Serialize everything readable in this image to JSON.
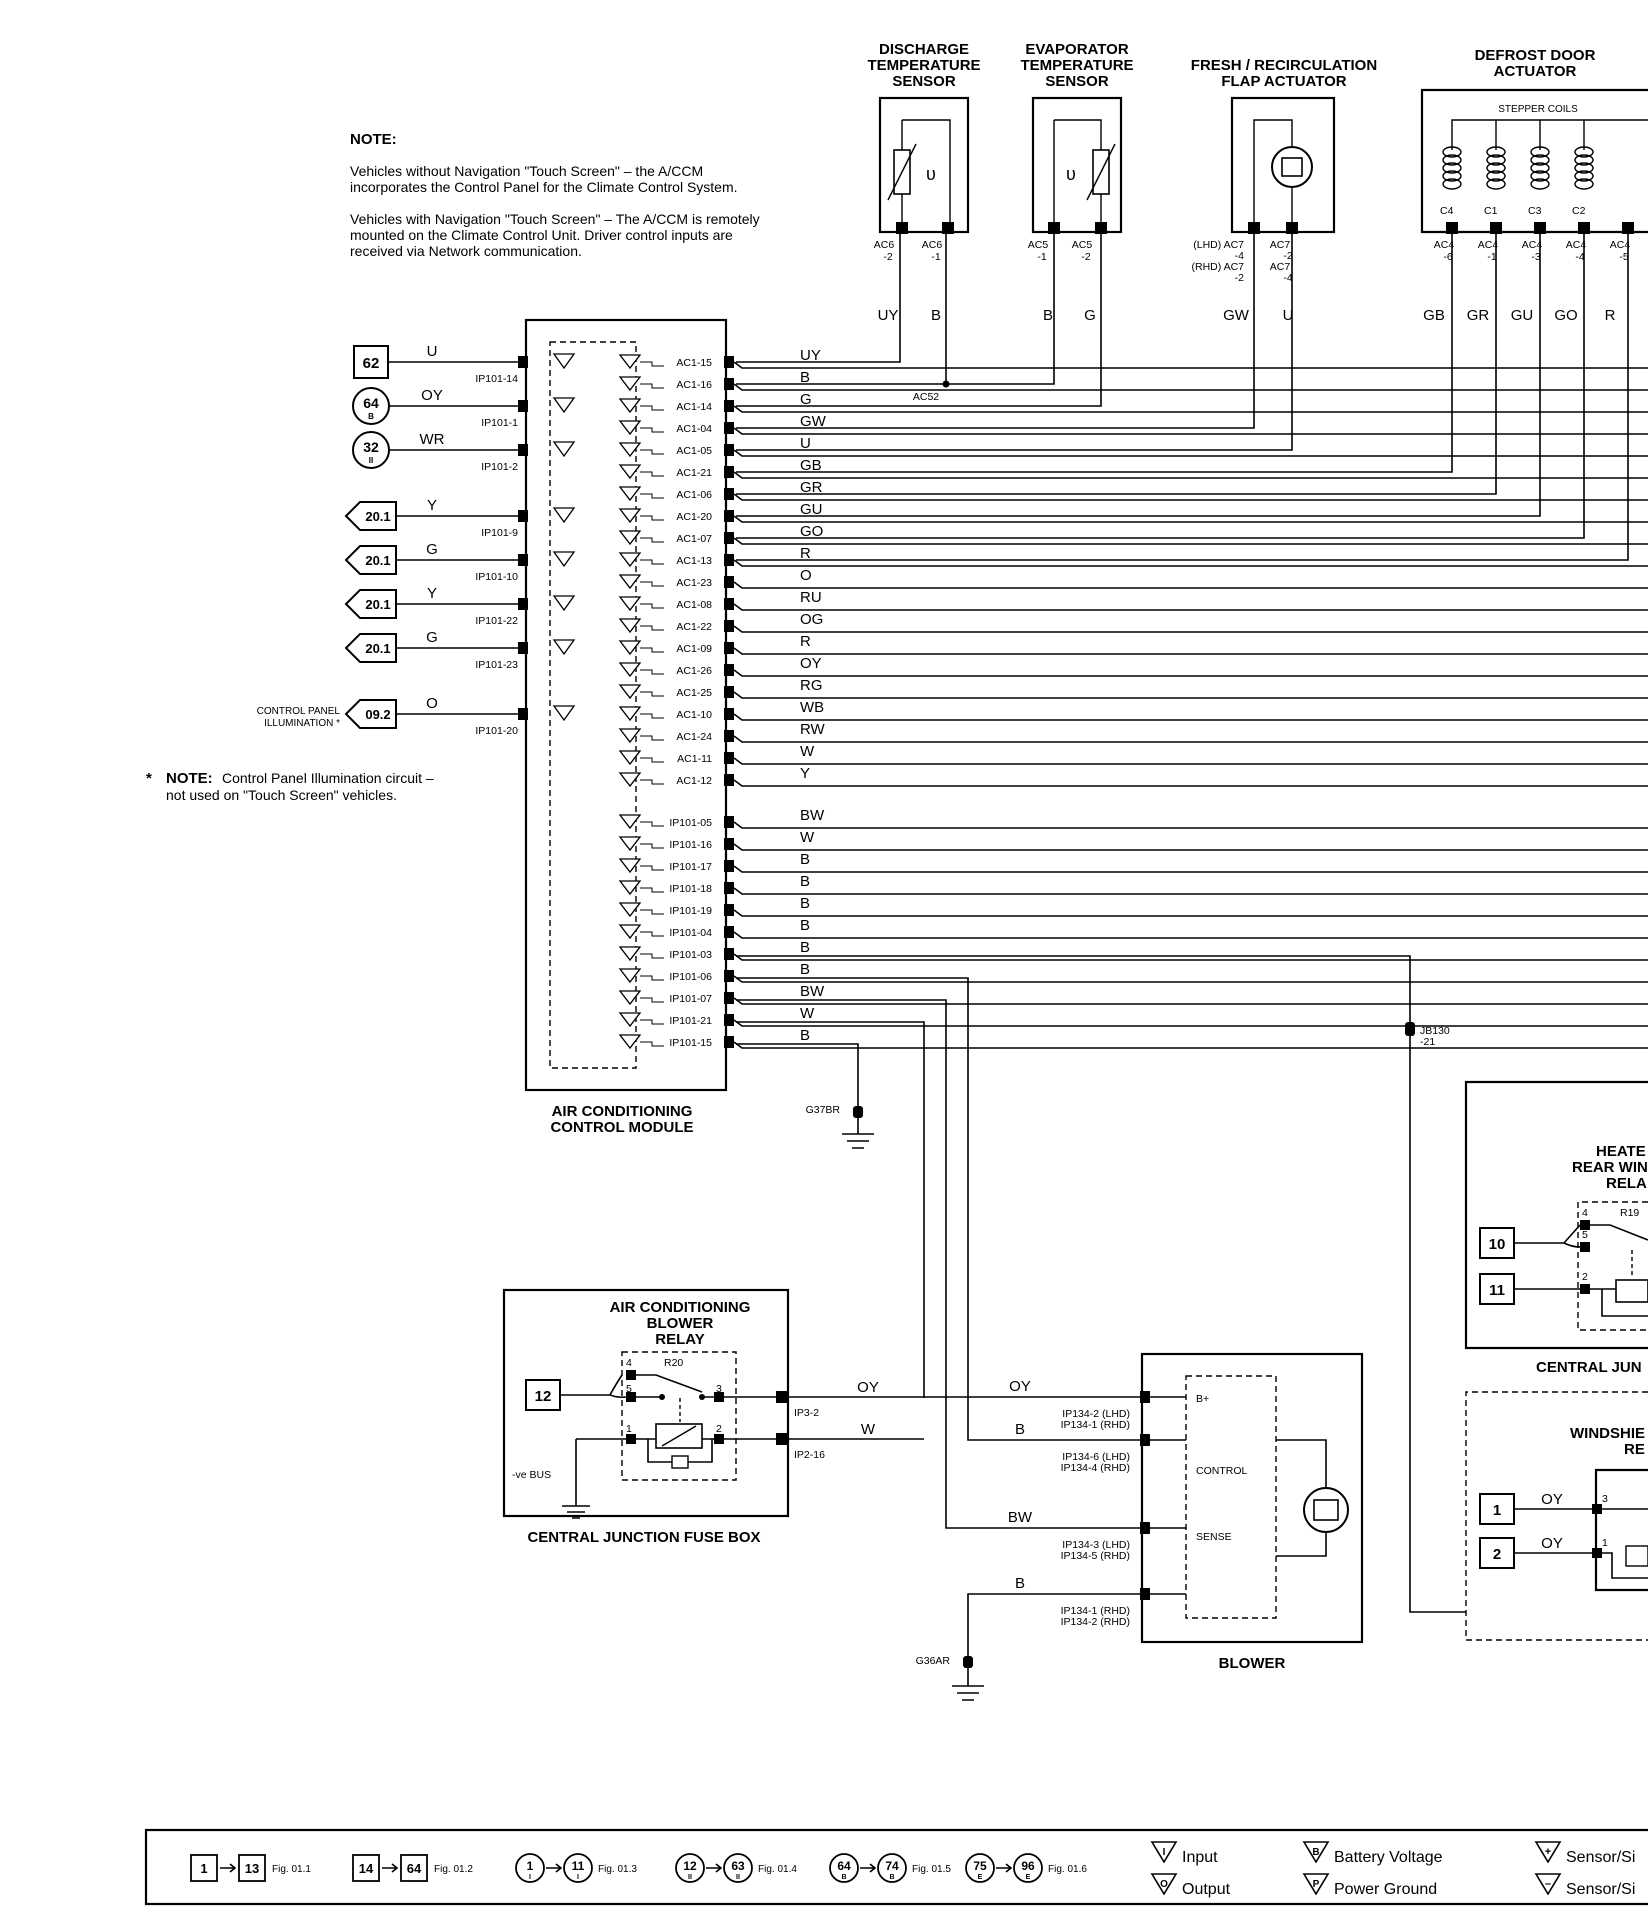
{
  "note": {
    "heading": "NOTE:",
    "line1": "Vehicles without Navigation \"Touch Screen\" – the A/CCM",
    "line2": "incorporates the Control Panel for the Climate Control System.",
    "line3": "Vehicles with Navigation \"Touch Screen\" – The A/CCM is remotely",
    "line4": "mounted on the Climate Control Unit.  Driver control inputs are",
    "line5": "received via Network communication."
  },
  "footnote": {
    "star": "*",
    "label": "NOTE:",
    "line1": "Control Panel Illumination circuit –",
    "line2": "not used on \"Touch Screen\" vehicles."
  },
  "components": {
    "discharge": {
      "l1": "DISCHARGE",
      "l2": "TEMPERATURE",
      "l3": "SENSOR",
      "pin_a": "AC6",
      "pin_a2": "-2",
      "pin_b": "AC6",
      "pin_b2": "-1",
      "wire_a": "UY",
      "wire_b": "B"
    },
    "evaporator": {
      "l1": "EVAPORATOR",
      "l2": "TEMPERATURE",
      "l3": "SENSOR",
      "pin_a": "AC5",
      "pin_a2": "-1",
      "pin_b": "AC5",
      "pin_b2": "-2",
      "wire_a": "B",
      "wire_b": "G"
    },
    "fresh": {
      "l1": "FRESH / RECIRCULATION",
      "l2": "FLAP ACTUATOR",
      "pin_a1": "(LHD) AC7",
      "pin_a2": "-4",
      "pin_a3": "(RHD) AC7",
      "pin_a4": "-2",
      "pin_b1": "AC7",
      "pin_b2": "-2",
      "pin_b3": "AC7",
      "pin_b4": "-4",
      "wire_a": "GW",
      "wire_b": "U"
    },
    "defrost": {
      "l1": "DEFROST DOOR",
      "l2": "ACTUATOR",
      "coils": "STEPPER COILS",
      "coil_labels": [
        "C4",
        "C1",
        "C3",
        "C2"
      ],
      "pins": [
        "AC4",
        "AC4",
        "AC4",
        "AC4",
        "AC4"
      ],
      "pins2": [
        "-6",
        "-1",
        "-3",
        "-4",
        "-5"
      ],
      "wires": [
        "GB",
        "GR",
        "GU",
        "GO",
        "R"
      ]
    },
    "splice": "AC52",
    "accm": {
      "l1": "AIR CONDITIONING",
      "l2": "CONTROL MODULE"
    },
    "ground1": "G37BR",
    "ground2": "G36AR",
    "blower_relay": {
      "l1": "AIR CONDITIONING",
      "l2": "BLOWER",
      "l3": "RELAY",
      "ref": "R20",
      "p4": "4",
      "p5": "5",
      "p3": "3",
      "p1": "1",
      "p2": "2",
      "feed": "12",
      "bus": "-ve BUS",
      "pin_out1": "IP3-2",
      "pin_out2": "IP2-16",
      "wire1": "OY",
      "wire2": "W",
      "box_label": "CENTRAL JUNCTION FUSE BOX"
    },
    "blower": {
      "label": "BLOWER",
      "wires": [
        "OY",
        "B",
        "BW",
        "B"
      ],
      "pins_lhd": [
        "IP134-2 (LHD)",
        "IP134-6 (LHD)",
        "IP134-3 (LHD)",
        "IP134-1 (RHD)"
      ],
      "pins_rhd": [
        "IP134-1 (RHD)",
        "IP134-4 (RHD)",
        "IP134-5 (RHD)",
        "IP134-2 (RHD)"
      ],
      "terms": [
        "B+",
        "CONTROL",
        "SENSE"
      ]
    },
    "jb": {
      "l1": "JB130",
      "l2": "-21"
    },
    "heated_rear": {
      "l1": "HEATE",
      "l2": "REAR WIN",
      "l3": "RELA",
      "ref": "R19",
      "p4": "4",
      "p5": "5",
      "p2": "2",
      "f1": "10",
      "f2": "11",
      "box_label": "CENTRAL JUN"
    },
    "windshield": {
      "l1": "WINDSHIE",
      "l2": "RE",
      "f1": "1",
      "f2": "2",
      "w1": "OY",
      "w2": "OY",
      "p3": "3",
      "p1": "1"
    }
  },
  "left_inputs": [
    {
      "ref": "62",
      "shape": "square",
      "wire": "U",
      "pin": "IP101-14"
    },
    {
      "ref": "64",
      "sub": "B",
      "shape": "circle",
      "wire": "OY",
      "pin": "IP101-1"
    },
    {
      "ref": "32",
      "sub": "II",
      "shape": "circle",
      "wire": "WR",
      "pin": "IP101-2"
    },
    {
      "ref": "20.1",
      "shape": "arrow",
      "wire": "Y",
      "pin": "IP101-9"
    },
    {
      "ref": "20.1",
      "shape": "arrow",
      "wire": "G",
      "pin": "IP101-10"
    },
    {
      "ref": "20.1",
      "shape": "arrow",
      "wire": "Y",
      "pin": "IP101-22"
    },
    {
      "ref": "20.1",
      "shape": "arrow",
      "wire": "G",
      "pin": "IP101-23"
    },
    {
      "ref": "09.2",
      "shape": "arrow",
      "wire": "O",
      "pin": "IP101-20"
    }
  ],
  "cp_illum": {
    "l1": "CONTROL PANEL",
    "l2": "ILLUMINATION *"
  },
  "module_pins": [
    {
      "pin": "AC1-15",
      "wire": "UY"
    },
    {
      "pin": "AC1-16",
      "wire": "B"
    },
    {
      "pin": "AC1-14",
      "wire": "G"
    },
    {
      "pin": "AC1-04",
      "wire": "GW"
    },
    {
      "pin": "AC1-05",
      "wire": "U"
    },
    {
      "pin": "AC1-21",
      "wire": "GB"
    },
    {
      "pin": "AC1-06",
      "wire": "GR"
    },
    {
      "pin": "AC1-20",
      "wire": "GU"
    },
    {
      "pin": "AC1-07",
      "wire": "GO"
    },
    {
      "pin": "AC1-13",
      "wire": "R"
    },
    {
      "pin": "AC1-23",
      "wire": "O"
    },
    {
      "pin": "AC1-08",
      "wire": "RU"
    },
    {
      "pin": "AC1-22",
      "wire": "OG"
    },
    {
      "pin": "AC1-09",
      "wire": "R"
    },
    {
      "pin": "AC1-26",
      "wire": "OY"
    },
    {
      "pin": "AC1-25",
      "wire": "RG"
    },
    {
      "pin": "AC1-10",
      "wire": "WB"
    },
    {
      "pin": "AC1-24",
      "wire": "RW"
    },
    {
      "pin": "AC1-11",
      "wire": "W"
    },
    {
      "pin": "AC1-12",
      "wire": "Y"
    },
    {
      "pin": "IP101-05",
      "wire": "BW"
    },
    {
      "pin": "IP101-16",
      "wire": "W"
    },
    {
      "pin": "IP101-17",
      "wire": "B"
    },
    {
      "pin": "IP101-18",
      "wire": "B"
    },
    {
      "pin": "IP101-19",
      "wire": "B"
    },
    {
      "pin": "IP101-04",
      "wire": "B"
    },
    {
      "pin": "IP101-03",
      "wire": "B"
    },
    {
      "pin": "IP101-06",
      "wire": "B"
    },
    {
      "pin": "IP101-07",
      "wire": "BW"
    },
    {
      "pin": "IP101-21",
      "wire": "W"
    },
    {
      "pin": "IP101-15",
      "wire": "B"
    }
  ],
  "legend": {
    "ranges": [
      {
        "from": "1",
        "to": "13",
        "fig": "Fig. 01.1",
        "shape": "square"
      },
      {
        "from": "14",
        "to": "64",
        "fig": "Fig. 01.2",
        "shape": "square"
      },
      {
        "from": "1",
        "fs": "I",
        "to": "11",
        "ts": "I",
        "fig": "Fig. 01.3",
        "shape": "circle"
      },
      {
        "from": "12",
        "fs": "II",
        "to": "63",
        "ts": "II",
        "fig": "Fig. 01.4",
        "shape": "circle"
      },
      {
        "from": "64",
        "fs": "B",
        "to": "74",
        "ts": "B",
        "fig": "Fig. 01.5",
        "shape": "circle"
      },
      {
        "from": "75",
        "fs": "E",
        "to": "96",
        "ts": "E",
        "fig": "Fig. 01.6",
        "shape": "circle"
      }
    ],
    "input": "Input",
    "output": "Output",
    "battery": "Battery Voltage",
    "ground": "Power Ground",
    "sensor1": "Sensor/Si",
    "sensor2": "Sensor/Si"
  }
}
